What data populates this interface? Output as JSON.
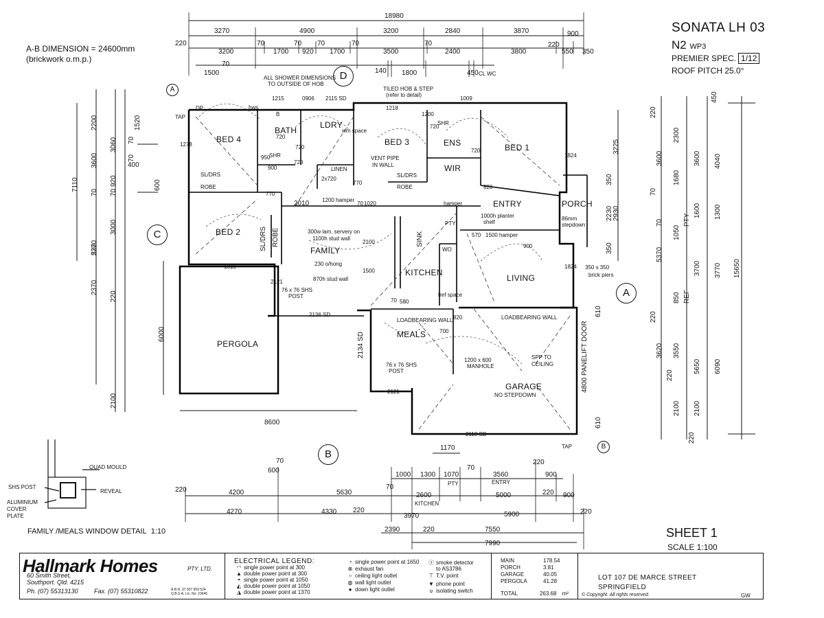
{
  "title_block": {
    "model": "SONATA LH 03",
    "series": "N2",
    "series_sub": "WP3",
    "spec": "PREMIER SPEC.",
    "spec_page": "1/12",
    "roof_pitch": "ROOF PITCH 25.0°"
  },
  "note": {
    "ab_dimension": "A-B DIMENSION = 24600mm",
    "brickwork": "(brickwork o.m.p.)"
  },
  "sheet": {
    "label": "SHEET 1",
    "scale": "SCALE 1:100"
  },
  "rooms": {
    "bed4": "BED 4",
    "bath": "BATH",
    "ldry": "LDRY",
    "bed3": "BED 3",
    "ens": "ENS",
    "bed1": "BED 1",
    "wir": "WIR",
    "linen": "LINEN",
    "shr_bath": "SHR",
    "shr_ens": "SHR",
    "robe4": "ROBE",
    "robe3": "ROBE",
    "robe2": "ROBE",
    "sldrs4": "SL/DRS",
    "sldrs3": "SL/DRS",
    "sldrs2": "SL/DRS",
    "entry": "ENTRY",
    "porch": "PORCH",
    "bed2": "BED 2",
    "family": "FAMILY",
    "kitchen": "KITCHEN",
    "living": "LIVING",
    "pergola": "PERGOLA",
    "meals": "MEALS",
    "garage": "GARAGE",
    "no_stepdown": "NO STEPDOWN",
    "pty": "PTY",
    "wm_space": "wm space",
    "sink": "SINK",
    "wo": "WO",
    "fref": "fref space",
    "hws": "hws",
    "b": "B"
  },
  "annotations": {
    "shower_note_1": "ALL SHOWER DIMENSIONS",
    "shower_note_2": "TO OUTSIDE OF HOB",
    "tiled_hob_1": "TILED HOB & STEP",
    "tiled_hob_2": "(refer to detail)",
    "vent_pipe_1": "VENT PIPE",
    "vent_pipe_2": "IN WALL",
    "hamper1": "1200 hamper",
    "hamper2": "hamper",
    "hamper3": "1500 hamper",
    "planter_1": "1000h planter",
    "planter_2": "shelf",
    "stepdown_1": "86mm",
    "stepdown_2": "stepdown",
    "servery_1": "300w lam. servery on",
    "servery_2": "1100h stud wall",
    "hong": "230 o/hong",
    "stud_wall": "870h stud wall",
    "shs_post_1a": "76 x 76 SHS",
    "shs_post_1b": "POST",
    "shs_post_2a": "76 x 76 SHS",
    "shs_post_2b": "POST",
    "loadbearing_1": "LOADBEARING WALL",
    "loadbearing_2": "LOADBEARING WALL",
    "piers_1": "350 x 350",
    "piers_2": "brick piers",
    "manhole": "1200 x 600",
    "manhole_2": "MANHOLE",
    "spp_1": "SPP TO",
    "spp_2": "CEILING",
    "panelift": "4800 PANELIFT DOOR",
    "sd_2115": "2115 SD",
    "sd_2136": "2136 SD",
    "sd_2118": "2118 SD",
    "sd_2134": "2134 SD",
    "tap1": "TAP",
    "tap2": "TAP",
    "dp": "DP",
    "cl_wc": "CL WC",
    "ref": "REF",
    "pty_dim": "PTY",
    "entry_dim": "ENTRY",
    "kitchen_dim": "KITCHEN"
  },
  "grid_markers": {
    "a_top": "A",
    "a_right": "A",
    "b_bottom": "B",
    "b_right": "B",
    "c": "C",
    "d": "D"
  },
  "dims_top": {
    "overall": "18980",
    "row1": [
      "3270",
      "4900",
      "3200",
      "2840",
      "3870",
      "900"
    ],
    "row2": [
      "220",
      "3200",
      "70",
      "1700",
      "70",
      "920",
      "70",
      "1700",
      "70",
      "3500",
      "70",
      "2400",
      "3800",
      "220",
      "550",
      "350"
    ],
    "row3": [
      "1500",
      "70",
      "140",
      "1800",
      "450"
    ],
    "windows": [
      "1215",
      "0906",
      "1218",
      "1009",
      "2010",
      "1818"
    ]
  },
  "dims_left": {
    "outer": [
      "7110",
      "5370",
      "2370",
      "6000",
      "2100"
    ],
    "inner": [
      "2200",
      "3600",
      "920",
      "3000",
      "220",
      "220",
      "70",
      "70"
    ],
    "inner2": [
      "1520",
      "3060",
      "70",
      "70",
      "400",
      "600"
    ]
  },
  "dims_right": {
    "col1": [
      "3225",
      "350",
      "2230",
      "350",
      "610",
      "610"
    ],
    "col2": [
      "220",
      "3600",
      "70",
      "5370",
      "70",
      "220",
      "3620",
      "220",
      "2100",
      "220"
    ],
    "col3": [
      "2300",
      "1680",
      "1600",
      "1050",
      "3700",
      "850",
      "3550",
      "5650",
      "2100"
    ],
    "col4": [
      "450",
      "3600",
      "4040",
      "1300",
      "3770",
      "15650",
      "6090",
      "2930"
    ]
  },
  "dims_bottom": {
    "pergola_width": "8600",
    "row_a": [
      "70",
      "600",
      "1000",
      "1300",
      "1070",
      "70",
      "3560",
      "220",
      "900",
      "1170"
    ],
    "row_b": [
      "220",
      "4200",
      "5630",
      "70",
      "2600",
      "5000",
      "220",
      "900"
    ],
    "row_c": [
      "4270",
      "4330",
      "220",
      "3970",
      "5900",
      "220"
    ],
    "row_d": [
      "2390",
      "220",
      "7550"
    ],
    "row_e": [
      "7990"
    ]
  },
  "interior_dims": [
    "720",
    "950",
    "900",
    "720",
    "720",
    "720",
    "720",
    "2x720",
    "770",
    "770",
    "1020",
    "70",
    "2100",
    "1500",
    "70",
    "580",
    "820",
    "700",
    "570",
    "900",
    "820",
    "2121",
    "2121",
    "1200",
    "1824",
    "1824",
    "1278"
  ],
  "window_detail": {
    "title": "FAMILY /MEALS WINDOW DETAIL",
    "scale": "1:10",
    "quad": "QUAD MOULD",
    "shs": "SHS POST",
    "reveal": "REVEAL",
    "al1": "ALUMINIUM",
    "al2": "COVER",
    "al3": "PLATE"
  },
  "company": {
    "name": "Hallmark Homes",
    "pty": "PTY. LTD.",
    "addr1": "60 Smith Street,",
    "addr2": "Southport. Qld. 4215",
    "phone": "Ph. (07) 55313130",
    "fax": "Fax. (07) 55310822",
    "abn1": "A.B.N. 37 007 959 524",
    "abn2": "Q.B.S.A. Lic. No. 23646"
  },
  "electrical_legend": {
    "title": "ELECTRICAL LEGEND:",
    "col1": [
      "single power point at 300",
      "double power point at 300",
      "single power point at 1050",
      "double power point at 1050",
      "double power point at 1370"
    ],
    "col2": [
      "single power point at 1650",
      "exhaust fan",
      "ceiling light outlet",
      "wall light outlet",
      "down light outlet"
    ],
    "col3": [
      "smoke detector",
      "to AS3786",
      "T.V. point",
      "phone point",
      "isolating switch"
    ]
  },
  "areas": {
    "rows": [
      {
        "name": "MAIN",
        "value": "178.54"
      },
      {
        "name": "PORCH",
        "value": "3.81"
      },
      {
        "name": "GARAGE",
        "value": "40.05"
      },
      {
        "name": "PERGOLA",
        "value": "41.28"
      }
    ],
    "total_label": "TOTAL",
    "total_value": "263.68",
    "unit": "m²"
  },
  "lot": {
    "line1": "LOT 107 DE MARCE STREET",
    "line2": "SPRINGFIELD",
    "copyright": "© Copyright. All rights reserved.",
    "drawn": "GW"
  }
}
